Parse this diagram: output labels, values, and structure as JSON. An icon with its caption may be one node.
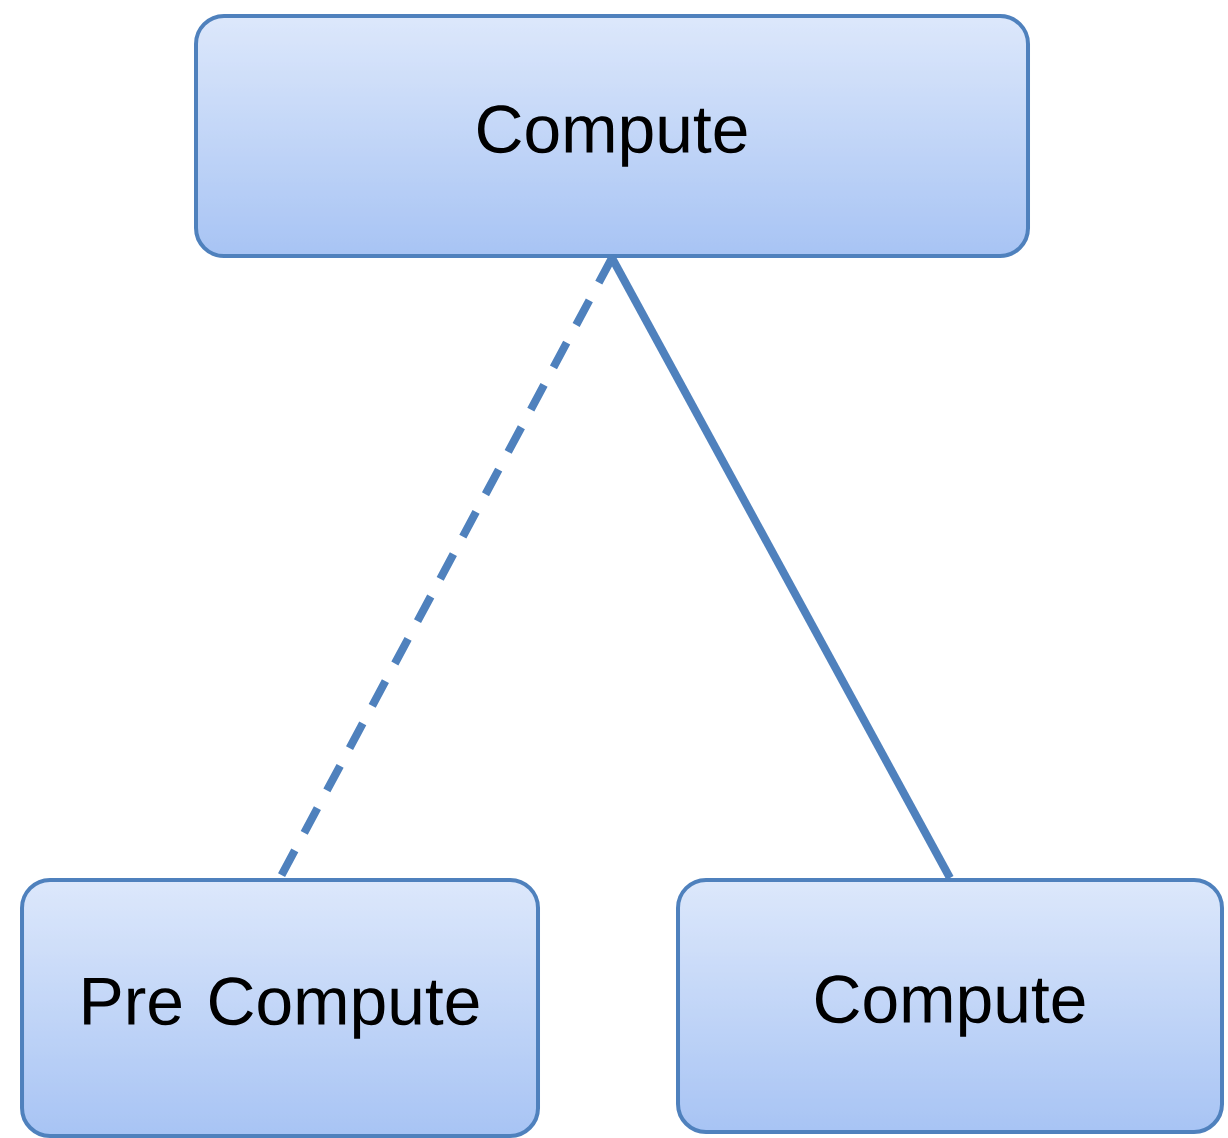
{
  "diagram": {
    "nodes": [
      {
        "text": [
          "Compute"
        ]
      },
      {
        "text": [
          "Pre Compute"
        ]
      },
      {
        "text": [
          "Compute"
        ]
      }
    ],
    "edges": [
      {
        "from": 0,
        "to": 1,
        "arrow": "none",
        "style": "dashed"
      },
      {
        "from": 0,
        "to": 2,
        "arrow": "none"
      }
    ]
  }
}
